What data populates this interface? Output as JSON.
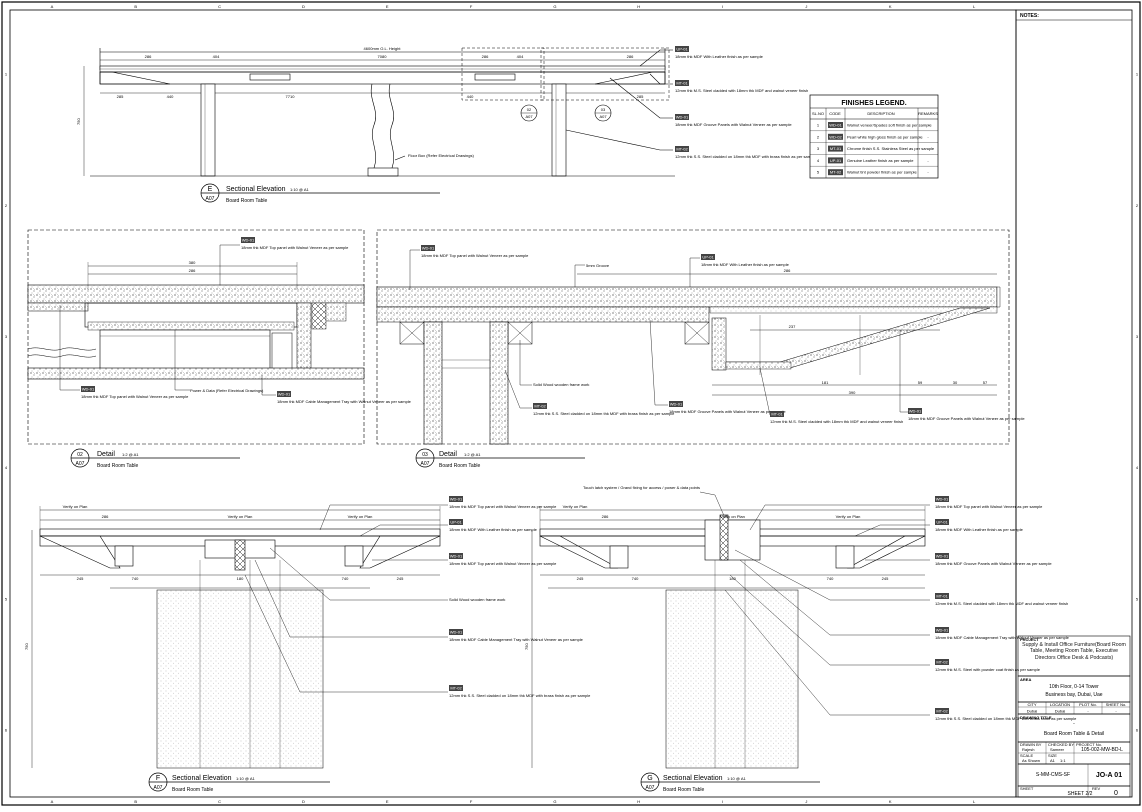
{
  "grid": {
    "cols": [
      "A",
      "B",
      "C",
      "D",
      "E",
      "F",
      "G",
      "H",
      "I",
      "J",
      "K",
      "L"
    ],
    "rows": [
      "1",
      "2",
      "3",
      "4",
      "5",
      "6"
    ]
  },
  "notes": {
    "heading": "NOTES:"
  },
  "legend": {
    "title": "FINISHES LEGEND.",
    "headers": [
      "SL.NO",
      "CODE",
      "DESCRIPTION",
      "REMARKS"
    ],
    "rows": [
      {
        "no": "1",
        "code": "WD-01",
        "desc": "Walnut veneer/Spades soft finish as per sample",
        "remark": "-"
      },
      {
        "no": "2",
        "code": "WD-02",
        "desc": "Pearl white high gloss finish as per sample",
        "remark": "-"
      },
      {
        "no": "3",
        "code": "MT-01",
        "desc": "Chrome finish S.S. Stainless Steel as per sample",
        "remark": "-"
      },
      {
        "no": "4",
        "code": "UP-01",
        "desc": "Genuine Leather finish as per sample",
        "remark": "-"
      },
      {
        "no": "5",
        "code": "MT-02",
        "desc": "Walnut tint powder finish as per sample",
        "remark": "-"
      }
    ]
  },
  "views": {
    "e": {
      "mark": "E",
      "sheet": "A07",
      "title": "Sectional Elevation",
      "scale": "1:10 @ A1",
      "subtitle": "Board Room Table"
    },
    "d02": {
      "mark": "02",
      "sheet": "A07",
      "title": "Detail",
      "scale": "1:2 @ A1",
      "subtitle": "Board Room Table"
    },
    "d03": {
      "mark": "03",
      "sheet": "A07",
      "title": "Detail",
      "scale": "1:2 @ A1",
      "subtitle": "Board Room Table"
    },
    "f": {
      "mark": "F",
      "sheet": "A07",
      "title": "Sectional Elevation",
      "scale": "1:10 @ A1",
      "subtitle": "Board Room Table"
    },
    "g": {
      "mark": "G",
      "sheet": "A07",
      "title": "Sectional Elevation",
      "scale": "1:10 @ A1",
      "subtitle": "Board Room Table"
    }
  },
  "callouts_e": {
    "c02": {
      "mark": "02",
      "sheet": "A07"
    },
    "c03": {
      "mark": "03",
      "sheet": "A07"
    }
  },
  "dims": {
    "overall": "4600mm O.L. Height",
    "e_top": [
      "286",
      "404",
      "7080",
      "286",
      "404",
      "286"
    ],
    "e_bottom": [
      "285",
      "440",
      "7710",
      "440",
      "285"
    ],
    "d02_top": "380",
    "d02_sub": "286",
    "d03_top": "286",
    "d03_sub": [
      "237",
      "181",
      "390",
      "59",
      "30",
      "57"
    ],
    "f_top": [
      "Verify on Plan",
      "286",
      "Verify on Plan",
      "Verify on Plan"
    ],
    "f_mid": [
      "245",
      "740",
      "180",
      "740",
      "245"
    ],
    "g_top": [
      "Verify on Plan",
      "286",
      "Verify on Plan",
      "Verify on Plan"
    ],
    "g_mid": [
      "245",
      "740",
      "180",
      "740",
      "245"
    ],
    "height": "750"
  },
  "codes": {
    "wd01": "WD-01",
    "wd02": "WD-02",
    "mt01": "MT-01",
    "up01": "UP-01",
    "mt02": "MT-02"
  },
  "annotations": {
    "floor_box": "Floor Box (Refer Electrical Drawings)",
    "solid_wood": "Solid Wood wooden frame work",
    "power_data": "Power & Data (Refer Electrical Drawings)",
    "tie_grommet": "Touch latch system / Grand fixing for access / power & data points",
    "e_note1": "18mm thk MDF With Leather finish as per sample",
    "e_note2": "12mm thk M.S. Steel cladded with 18mm thk MDF and walnut veneer finish",
    "e_note3": "18mm thk MDF Groove Panels with Walnut Veneer as per sample",
    "e_note4": "12mm thk S.S. Steel cladded on 18mm thk MDF with brass finish as per sample",
    "note_top_wd": "18mm thk MDF Top panel with Walnut Veneer as per sample",
    "note_leather": "18mm thk MDF With Leather finish as per sample",
    "note_cable": "18mm thk MDF Cable Management Tray with Walnut Veneer as per sample",
    "note_ss": "12mm thk S.S. Steel cladded on 18mm thk MDF with brass finish as per sample",
    "note_mt": "12mm thk M.S. Steel with powder coat finish as per sample",
    "note_5mm": "5mm Groove"
  },
  "title_block": {
    "project_label": "PROJECT",
    "project": "Supply & Install Office Furniture(Board Room Table, Meeting Room Table, Executive Directors Office Desk & Podcasts)",
    "area_label": "AREA",
    "location1": "10th Floor, 0-14 Tower",
    "location2": "Business bay, Dubai, Uae",
    "fields_top": [
      "CITY",
      "LOCATION",
      "PLOT No.",
      "SHEET No."
    ],
    "fields_top_vals": [
      "Dubai",
      "Dubai",
      "-",
      "-"
    ],
    "drawing_title_label": "DRAWING TITLE",
    "drawing_title_dash": "-",
    "drawing_title": "Board Room Table & Detail",
    "drawn_label": "DRAWN BY",
    "drawn": "Rajesh",
    "checked_label": "CHECKED BY",
    "checked": "Sameer",
    "scale_label": "SCALE",
    "scale": "As Shown",
    "size_label": "SIZE",
    "size": "A1",
    "ratio": "1:1",
    "project_no_label": "PROJECT No.",
    "project_no": "105-002-MW-BD-L",
    "drawing_no": "S-MM-CMS-SF",
    "drawing_code": "JO-A 01",
    "sheet_label": "SHEET",
    "sheet": "SHEET 2/2",
    "revision_label": "REV",
    "revision": "0"
  }
}
